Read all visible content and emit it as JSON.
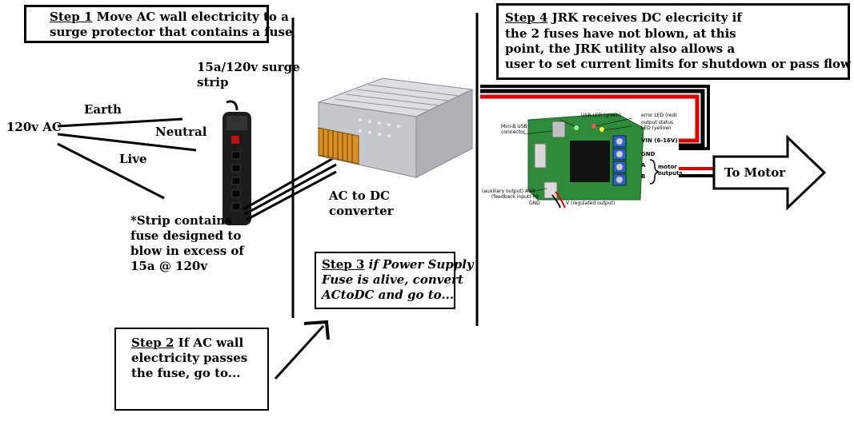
{
  "step1": {
    "num": "Step 1",
    "line1_rest": " Move AC wall electricity to a",
    "line2": "surge protector that contains a fuse"
  },
  "step2": {
    "num": "Step 2",
    "line1_rest": " If AC wall",
    "line2": "electricity passes",
    "line3": "the fuse, go to..."
  },
  "step3": {
    "num": "Step 3",
    "line1_rest": " if Power Supply",
    "line2": "Fuse is alive, convert",
    "line3": "ACtoDC and go to..."
  },
  "step4": {
    "num": "Step 4",
    "line1_rest": " JRK receives DC elecricity if",
    "line2": "the 2 fuses have not blown, at this",
    "line3": "point, the JRK utility also allows a",
    "line4": "user to set  current limits for shutdown or pass flow to motor"
  },
  "labels": {
    "ac_source": "120v AC",
    "earth": "Earth",
    "neutral": "Neutral",
    "live": "Live",
    "strip_line1": "15a/120v surge",
    "strip_line2": "strip",
    "fuse_note": [
      "*Strip contains",
      "fuse designed to",
      "blow in excess of",
      "15a @ 120v"
    ],
    "converter_line1": "AC to DC",
    "converter_line2": "converter",
    "to_motor": "To Motor"
  },
  "board": {
    "usb_led": "USB LED (green)",
    "error_led": "error LED (red)",
    "output_status": "output status",
    "output_status_led": "LED (yellow)",
    "mini_usb": "Mini-B USB",
    "connector": "connector",
    "vin": "VIN (6-16V)",
    "gnd": "GND",
    "a": "A",
    "b": "B",
    "motor": "motor",
    "outputs": "outputs",
    "aux_output": "(auxiliary output) AUX",
    "feedback_input": "(feedback input) FB",
    "gnd_bottom": "GND",
    "v_regulated": "V (regulated output)"
  },
  "colors": {
    "wire_red": "#e00000",
    "wire_black": "#000000",
    "board_green": "#2e8b3a",
    "heatsink": "#1a1a1a",
    "psu_silver": "#c9ccd0",
    "terminal_orange": "#d9901e",
    "terminal_blue": "#2a62c9"
  }
}
